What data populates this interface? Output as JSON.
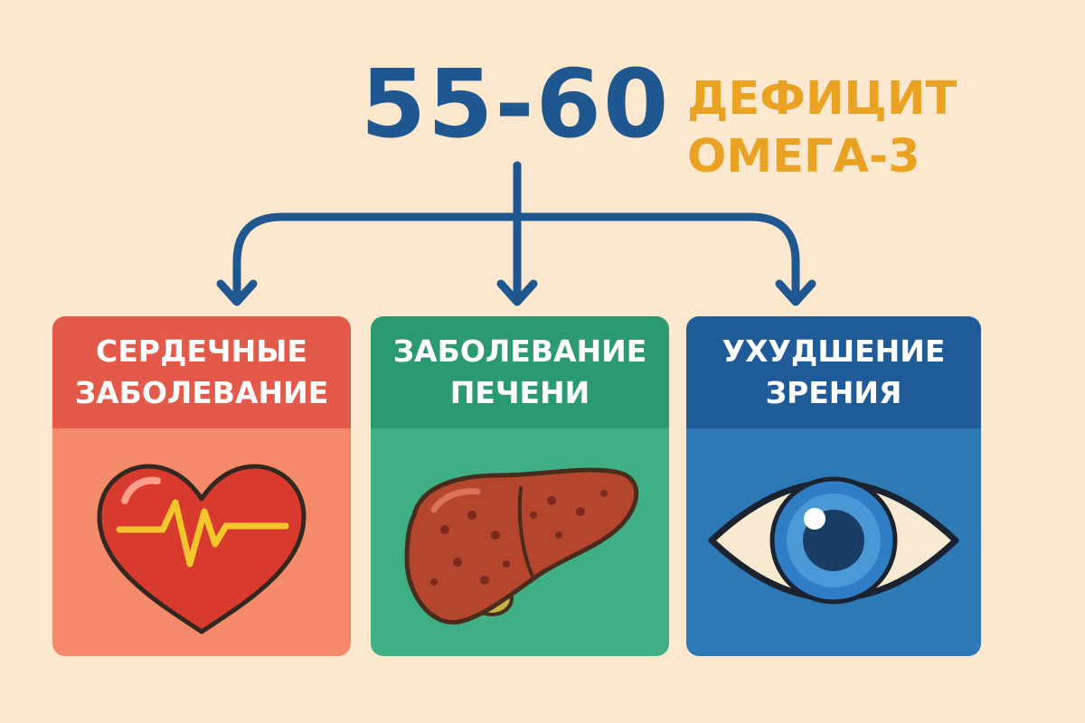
{
  "header": {
    "age_range": "55-60",
    "deficit_line1": "ДЕФИЦИТ",
    "deficit_line2": "ОМЕГА-3"
  },
  "cards": [
    {
      "title_line1": "СЕРДЕЧНЫЕ",
      "title_line2": "ЗАБОЛЕВАНИЕ",
      "icon": "heart-pulse-icon"
    },
    {
      "title_line1": "ЗАБОЛЕВАНИЕ",
      "title_line2": "ПЕЧЕНИ",
      "icon": "liver-icon"
    },
    {
      "title_line1": "УХУДШЕНИЕ",
      "title_line2": "ЗРЕНИЯ",
      "icon": "eye-icon"
    }
  ],
  "colors": {
    "background": "#fbe8cf",
    "primary_blue": "#1f5791",
    "accent_orange": "#eaa224",
    "heart_red": "#e3594a",
    "liver_green": "#2b9a6f",
    "eye_blue": "#1e5b98"
  }
}
